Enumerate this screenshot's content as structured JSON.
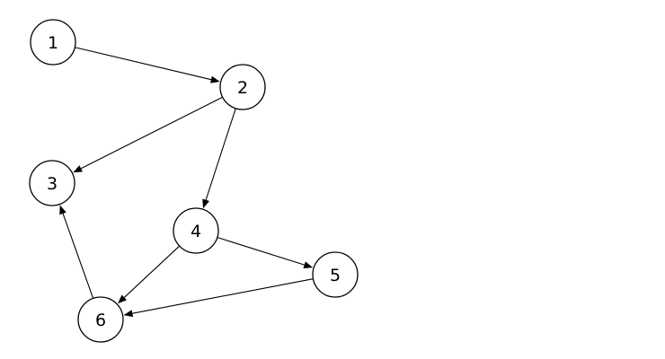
{
  "graph": {
    "nodes": [
      {
        "id": "1",
        "label": "1"
      },
      {
        "id": "2",
        "label": "2"
      },
      {
        "id": "3",
        "label": "3"
      },
      {
        "id": "4",
        "label": "4"
      },
      {
        "id": "5",
        "label": "5"
      },
      {
        "id": "6",
        "label": "6"
      }
    ],
    "edges": [
      {
        "from": "1",
        "to": "2"
      },
      {
        "from": "2",
        "to": "3"
      },
      {
        "from": "2",
        "to": "4"
      },
      {
        "from": "4",
        "to": "5"
      },
      {
        "from": "4",
        "to": "6"
      },
      {
        "from": "5",
        "to": "6"
      },
      {
        "from": "6",
        "to": "3"
      }
    ],
    "directed": true,
    "node_fill": "#ffffff",
    "stroke_color": "#000000"
  }
}
